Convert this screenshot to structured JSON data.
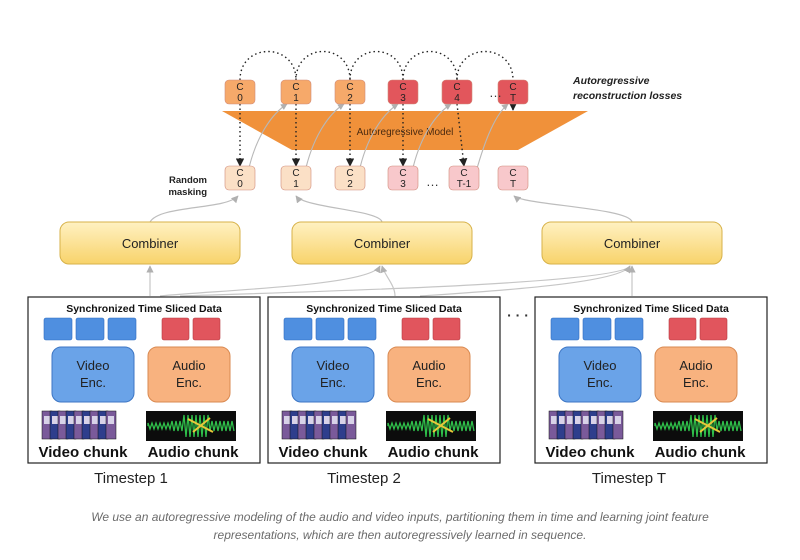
{
  "labels": {
    "losses_line1": "Autoregressive",
    "losses_line2": "reconstruction losses",
    "model": "Autoregressive Model",
    "masking_line1": "Random",
    "masking_line2": "masking",
    "ellipsis": "…",
    "between_panels": "· · ·"
  },
  "top_tokens": [
    {
      "c": "C",
      "s": "0",
      "color": "#f6a96a"
    },
    {
      "c": "C",
      "s": "1",
      "color": "#f6a96a"
    },
    {
      "c": "C",
      "s": "2",
      "color": "#f6a96a"
    },
    {
      "c": "C",
      "s": "3",
      "color": "#e2565c"
    },
    {
      "c": "C",
      "s": "4",
      "color": "#e2565c"
    },
    {
      "c": "C",
      "s": "T",
      "color": "#e2565c"
    }
  ],
  "bottom_tokens": [
    {
      "c": "C",
      "s": "0",
      "color": "#fbe0c6"
    },
    {
      "c": "C",
      "s": "1",
      "color": "#fbe0c6"
    },
    {
      "c": "C",
      "s": "2",
      "color": "#fbe0c6"
    },
    {
      "c": "C",
      "s": "3",
      "color": "#f8c8cb"
    },
    {
      "c": "C",
      "s": "T-1",
      "color": "#f8c8cb"
    },
    {
      "c": "C",
      "s": "T",
      "color": "#f8c8cb"
    }
  ],
  "combiner_label": "Combiner",
  "panel": {
    "title": "Synchronized Time Sliced Data",
    "video_enc_1": "Video",
    "video_enc_2": "Enc.",
    "audio_enc_1": "Audio",
    "audio_enc_2": "Enc.",
    "video_chunk": "Video chunk",
    "audio_chunk": "Audio chunk"
  },
  "timesteps": [
    "Timestep 1",
    "Timestep 2",
    "Timestep T"
  ],
  "colors": {
    "model": "#f0913a",
    "combiner": "#fde08a",
    "combiner_stroke": "#d7b24a",
    "video_block": "#4f8fe0",
    "audio_block": "#e1555d",
    "video_enc": "#6aa3e8",
    "audio_enc": "#f8b27f",
    "arrow": "#bdbdbd"
  },
  "caption": {
    "line1": "We use an autoregressive modeling of the audio and video inputs, partitioning them in time and learning joint feature",
    "line2": "representations, which are then autoregressively learned in sequence."
  }
}
